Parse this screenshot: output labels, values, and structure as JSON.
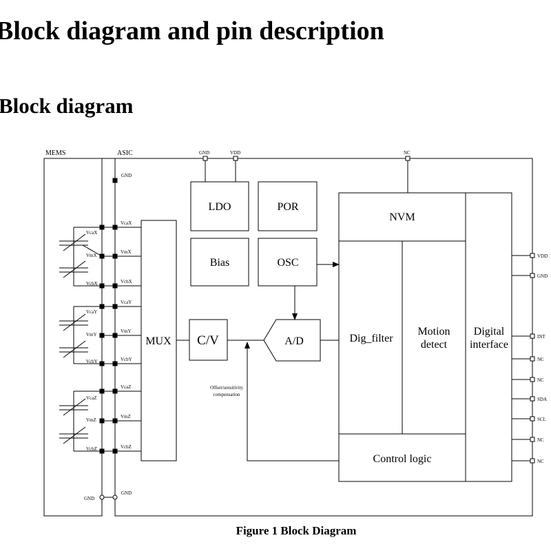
{
  "headings": {
    "section": "Block diagram and pin description",
    "subsection": "Block diagram"
  },
  "figure_caption": "Figure 1 Block Diagram",
  "regions": {
    "mems": "MEMS",
    "asic": "ASIC"
  },
  "blocks": {
    "ldo": "LDO",
    "por": "POR",
    "bias": "Bias",
    "osc": "OSC",
    "nvm": "NVM",
    "mux": "MUX",
    "cv": "C/V",
    "ad": "A/D",
    "dig_filter": "Dig_filter",
    "motion_line1": "Motion",
    "motion_line2": "detect",
    "digital_line1": "Digital",
    "digital_line2": "interface",
    "control_logic": "Control logic"
  },
  "top_pins": {
    "gnd": "GND",
    "vdd": "VDD",
    "nc": "NC"
  },
  "asic_gnd_labels": {
    "top": "GND",
    "bottom": "GND",
    "mems_bottom": "GND"
  },
  "sensor_labels": [
    "VcaX",
    "VmX",
    "VcbX",
    "VcaY",
    "VmY",
    "VcbY",
    "VcaZ",
    "VmZ",
    "VcbZ"
  ],
  "mux_input_labels": [
    "VcaX",
    "VmX",
    "VcbX",
    "VcaY",
    "VmY",
    "VcbY",
    "VcaZ",
    "VmZ",
    "VcbZ"
  ],
  "right_pins": [
    "VDD",
    "GND",
    "INT",
    "NC",
    "NC",
    "SDA",
    "SCL",
    "NC",
    "NC"
  ],
  "annotation": {
    "line1": "Offset/sensitivity",
    "line2": "compensation"
  },
  "colors": {
    "line": "#000000",
    "background": "#ffffff"
  }
}
